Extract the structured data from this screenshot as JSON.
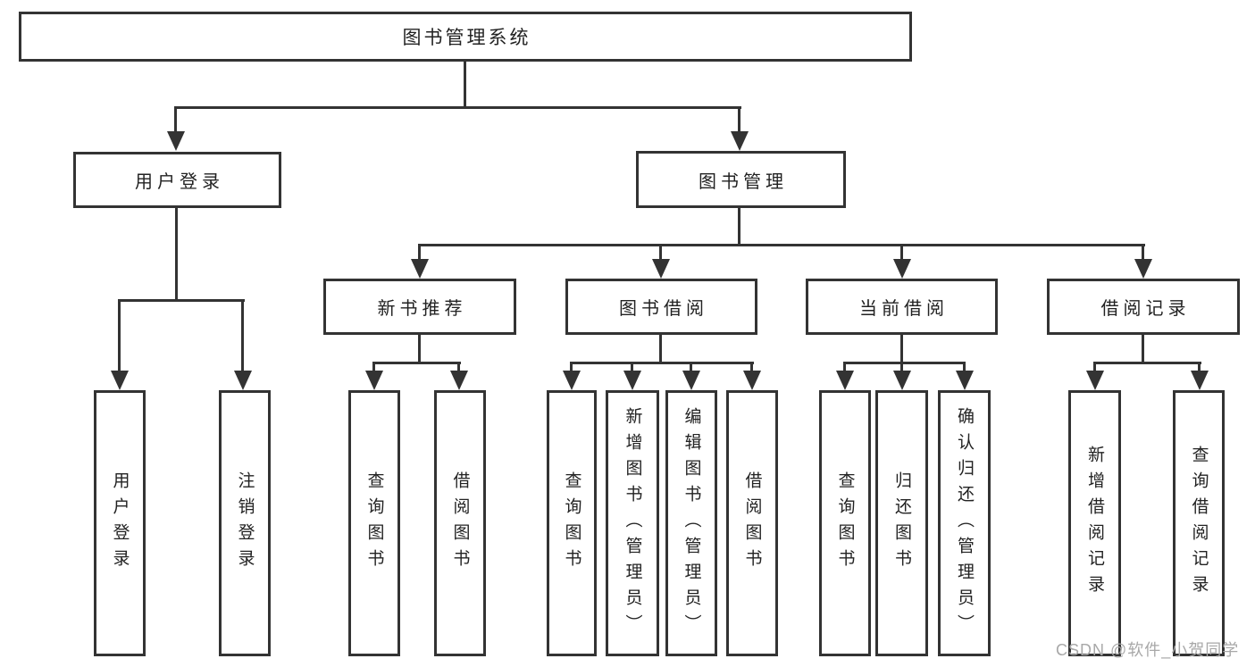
{
  "diagram": {
    "root": {
      "label": "图书管理系统"
    },
    "level2": [
      {
        "label": "用户登录"
      },
      {
        "label": "图书管理"
      }
    ],
    "level3": [
      {
        "label": "新书推荐"
      },
      {
        "label": "图书借阅"
      },
      {
        "label": "当前借阅"
      },
      {
        "label": "借阅记录"
      }
    ],
    "leaves": {
      "user_login": [
        "用户登录",
        "注销登录"
      ],
      "new_book": [
        "查询图书",
        "借阅图书"
      ],
      "book_borrow": [
        "查询图书",
        "新增图书（管理员）",
        "编辑图书（管理员）",
        "借阅图书"
      ],
      "current_borrow": [
        "查询图书",
        "归还图书",
        "确认归还（管理员）"
      ],
      "borrow_record": [
        "新增借阅记录",
        "查询借阅记录"
      ]
    }
  },
  "watermark": {
    "text": "CSDN @软件_小贺同学"
  },
  "colors": {
    "line": "#333333",
    "text": "#222222",
    "watermark": "#a8a8a8",
    "background": "#ffffff"
  }
}
